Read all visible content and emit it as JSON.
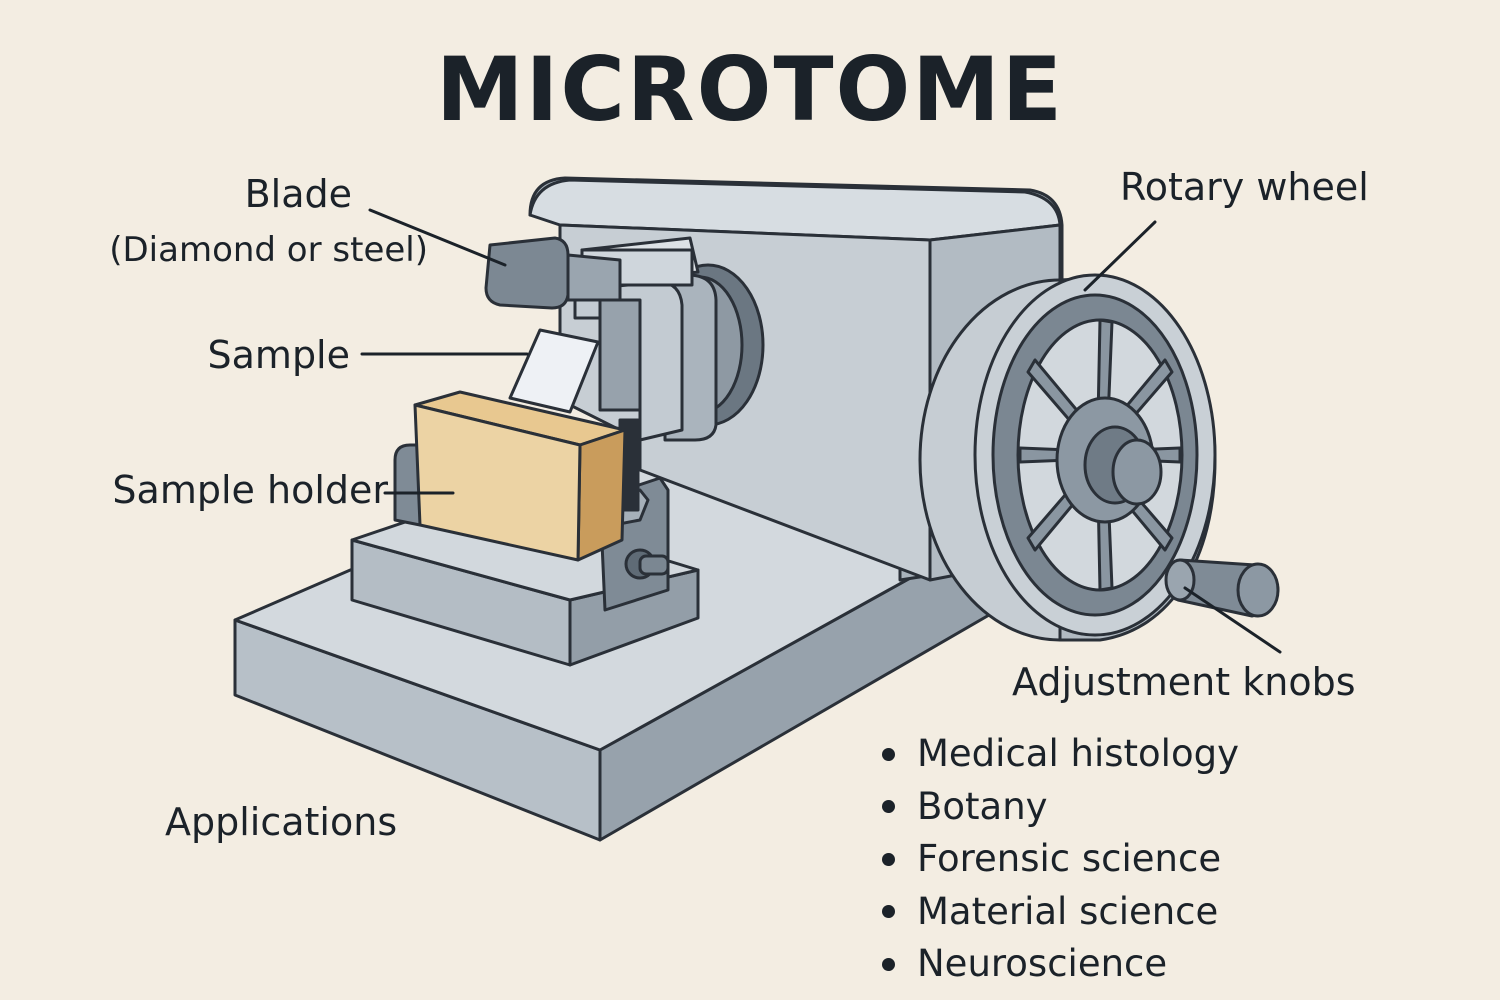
{
  "diagram": {
    "title": "MICROTOME",
    "labels": {
      "blade": "Blade",
      "blade_material": "(Diamond or steel)",
      "sample": "Sample",
      "sample_holder": "Sample holder",
      "rotary_wheel": "Rotary wheel",
      "adjustment_knobs": "Adjustment knobs",
      "applications_heading": "Applications"
    },
    "applications": [
      "Medical histology",
      "Botany",
      "Forensic science",
      "Material science",
      "Neuroscience"
    ],
    "colors": {
      "background": "#f3ede2",
      "outline": "#2a3038",
      "body_light": "#c9d0d6",
      "body_mid": "#a9b3bc",
      "body_dark": "#7f8b96",
      "sample_block": "#ecd3a4",
      "sample_block_side": "#c99c5c",
      "specimen": "#eef1f5"
    }
  }
}
